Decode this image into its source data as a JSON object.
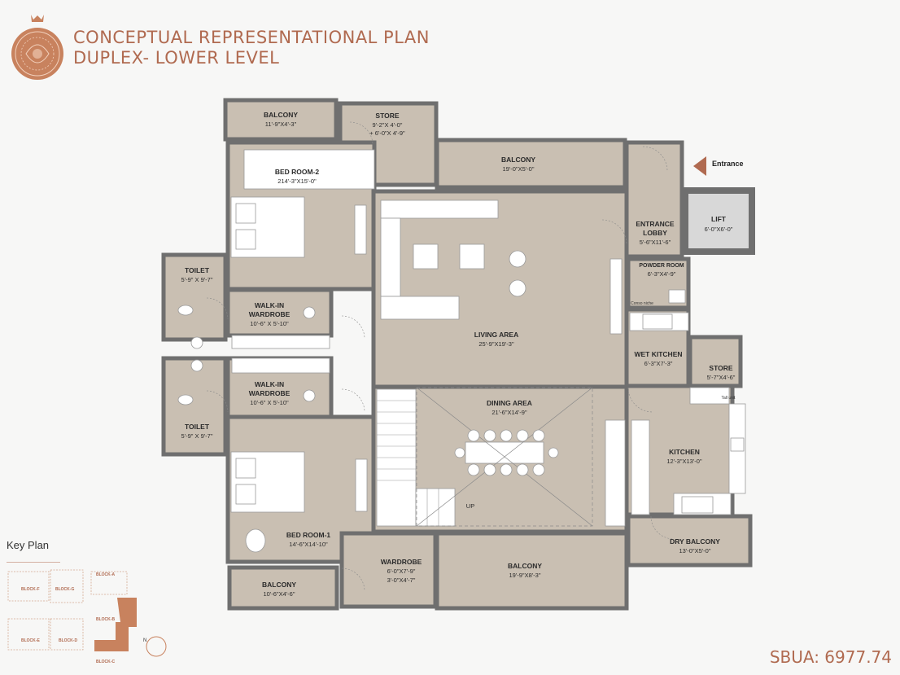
{
  "header": {
    "title_line1": "CONCEPTUAL REPRESENTATIONAL PLAN",
    "title_line2": "DUPLEX- LOWER LEVEL"
  },
  "colors": {
    "accent": "#b06a50",
    "room": "#c9bfb2",
    "wall": "#6f6f6f",
    "logo": "#c8825e"
  },
  "rooms": {
    "balcony_top_left": {
      "name": "BALCONY",
      "dim": "11'-9\"X4'-3\""
    },
    "store_top": {
      "name": "STORE",
      "dim1": "9'-2\"X 4'-0\"",
      "dim2": "+ 6'-0\"X 4'-9\""
    },
    "balcony_top": {
      "name": "BALCONY",
      "dim": "19'-0\"X5'-0\""
    },
    "bed_room_2": {
      "name": "BED ROOM-2",
      "dim": "214'-3\"X15'-0\""
    },
    "entrance_lobby": {
      "name1": "ENTRANCE",
      "name2": "LOBBY",
      "dim": "5'-6\"X11'-6\""
    },
    "lift": {
      "name": "LIFT",
      "dim": "6'-0\"X6'-0\""
    },
    "powder_room": {
      "name": "POWDER ROOM",
      "dim": "6'-3\"X4'-9\"",
      "note": "Conso niche"
    },
    "toilet_top": {
      "name": "TOILET",
      "dim": "5'-9\" X 9'-7\""
    },
    "walkin_top": {
      "name1": "WALK-IN",
      "name2": "WARDROBE",
      "dim": "10'-6\" X 5'-10\""
    },
    "living_area": {
      "name": "LIVING AREA",
      "dim": "25'-9\"X19'-3\""
    },
    "wet_kitchen": {
      "name": "WET KITCHEN",
      "dim": "6'-3\"X7'-3\""
    },
    "store_right": {
      "name": "STORE",
      "dim": "5'-7\"X4'-6\""
    },
    "walkin_bottom": {
      "name1": "WALK-IN",
      "name2": "WARDROBE",
      "dim": "10'-6\" X 5'-10\""
    },
    "toilet_bottom": {
      "name": "TOILET",
      "dim": "5'-9\" X 9'-7\""
    },
    "dining_area": {
      "name": "DINING AREA",
      "dim": "21'-6\"X14'-9\""
    },
    "kitchen": {
      "name": "KITCHEN",
      "dim": "12'-3\"X13'-0\"",
      "note": "Tall unit"
    },
    "bed_room_1": {
      "name": "BED ROOM-1",
      "dim": "14'-6\"X14'-10\""
    },
    "wardrobe": {
      "name": "WARDROBE",
      "dim1": "6'-0\"X7'-9\"",
      "dim2": "3'-0\"X4'-7\""
    },
    "balcony_bottom": {
      "name": "BALCONY",
      "dim": "19'-9\"X8'-3\""
    },
    "balcony_bottom_left": {
      "name": "BALCONY",
      "dim": "10'-6\"X4'-6\""
    },
    "dry_balcony": {
      "name": "DRY BALCONY",
      "dim": "13'-0\"X5'-0\""
    }
  },
  "labels": {
    "entrance": "Entrance",
    "stair_up": "UP"
  },
  "key_plan": {
    "title": "Key Plan",
    "blocks": [
      "BLOCK-A",
      "BLOCK-B",
      "BLOCK-C",
      "BLOCK-D",
      "BLOCK-E",
      "BLOCK-F",
      "BLOCK-G"
    ],
    "north": "N"
  },
  "footer": {
    "sbua": "SBUA: 6977.74"
  }
}
